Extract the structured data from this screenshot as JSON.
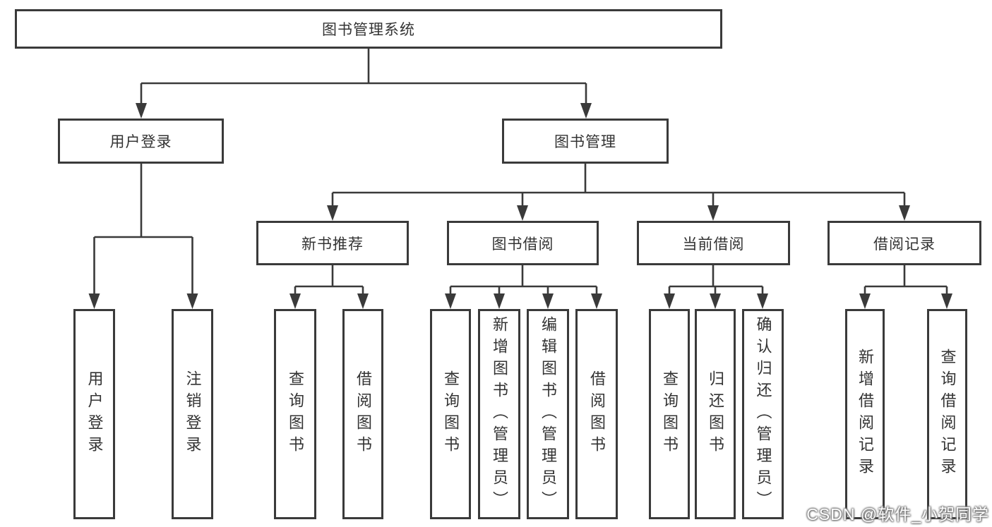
{
  "colors": {
    "line": "#3a3a3a",
    "box_border": "#3a3a3a",
    "text": "#333333",
    "background": "#ffffff",
    "watermark_fill": "#ffffff",
    "watermark_glow": "#6e6e6e"
  },
  "watermark": {
    "text": "CSDN @软件_小贺同学"
  },
  "tree": {
    "label": "图书管理系统",
    "children": [
      {
        "label": "用户登录",
        "children": [
          {
            "label": "用户登录"
          },
          {
            "label": "注销登录"
          }
        ]
      },
      {
        "label": "图书管理",
        "children": [
          {
            "label": "新书推荐",
            "children": [
              {
                "label": "查询图书"
              },
              {
                "label": "借阅图书"
              }
            ]
          },
          {
            "label": "图书借阅",
            "children": [
              {
                "label": "查询图书"
              },
              {
                "label": "新增图书（管理员）"
              },
              {
                "label": "编辑图书（管理员）"
              },
              {
                "label": "借阅图书"
              }
            ]
          },
          {
            "label": "当前借阅",
            "children": [
              {
                "label": "查询图书"
              },
              {
                "label": "归还图书"
              },
              {
                "label": "确认归还（管理员）"
              }
            ]
          },
          {
            "label": "借阅记录",
            "children": [
              {
                "label": "新增借阅记录"
              },
              {
                "label": "查询借阅记录"
              }
            ]
          }
        ]
      }
    ]
  }
}
